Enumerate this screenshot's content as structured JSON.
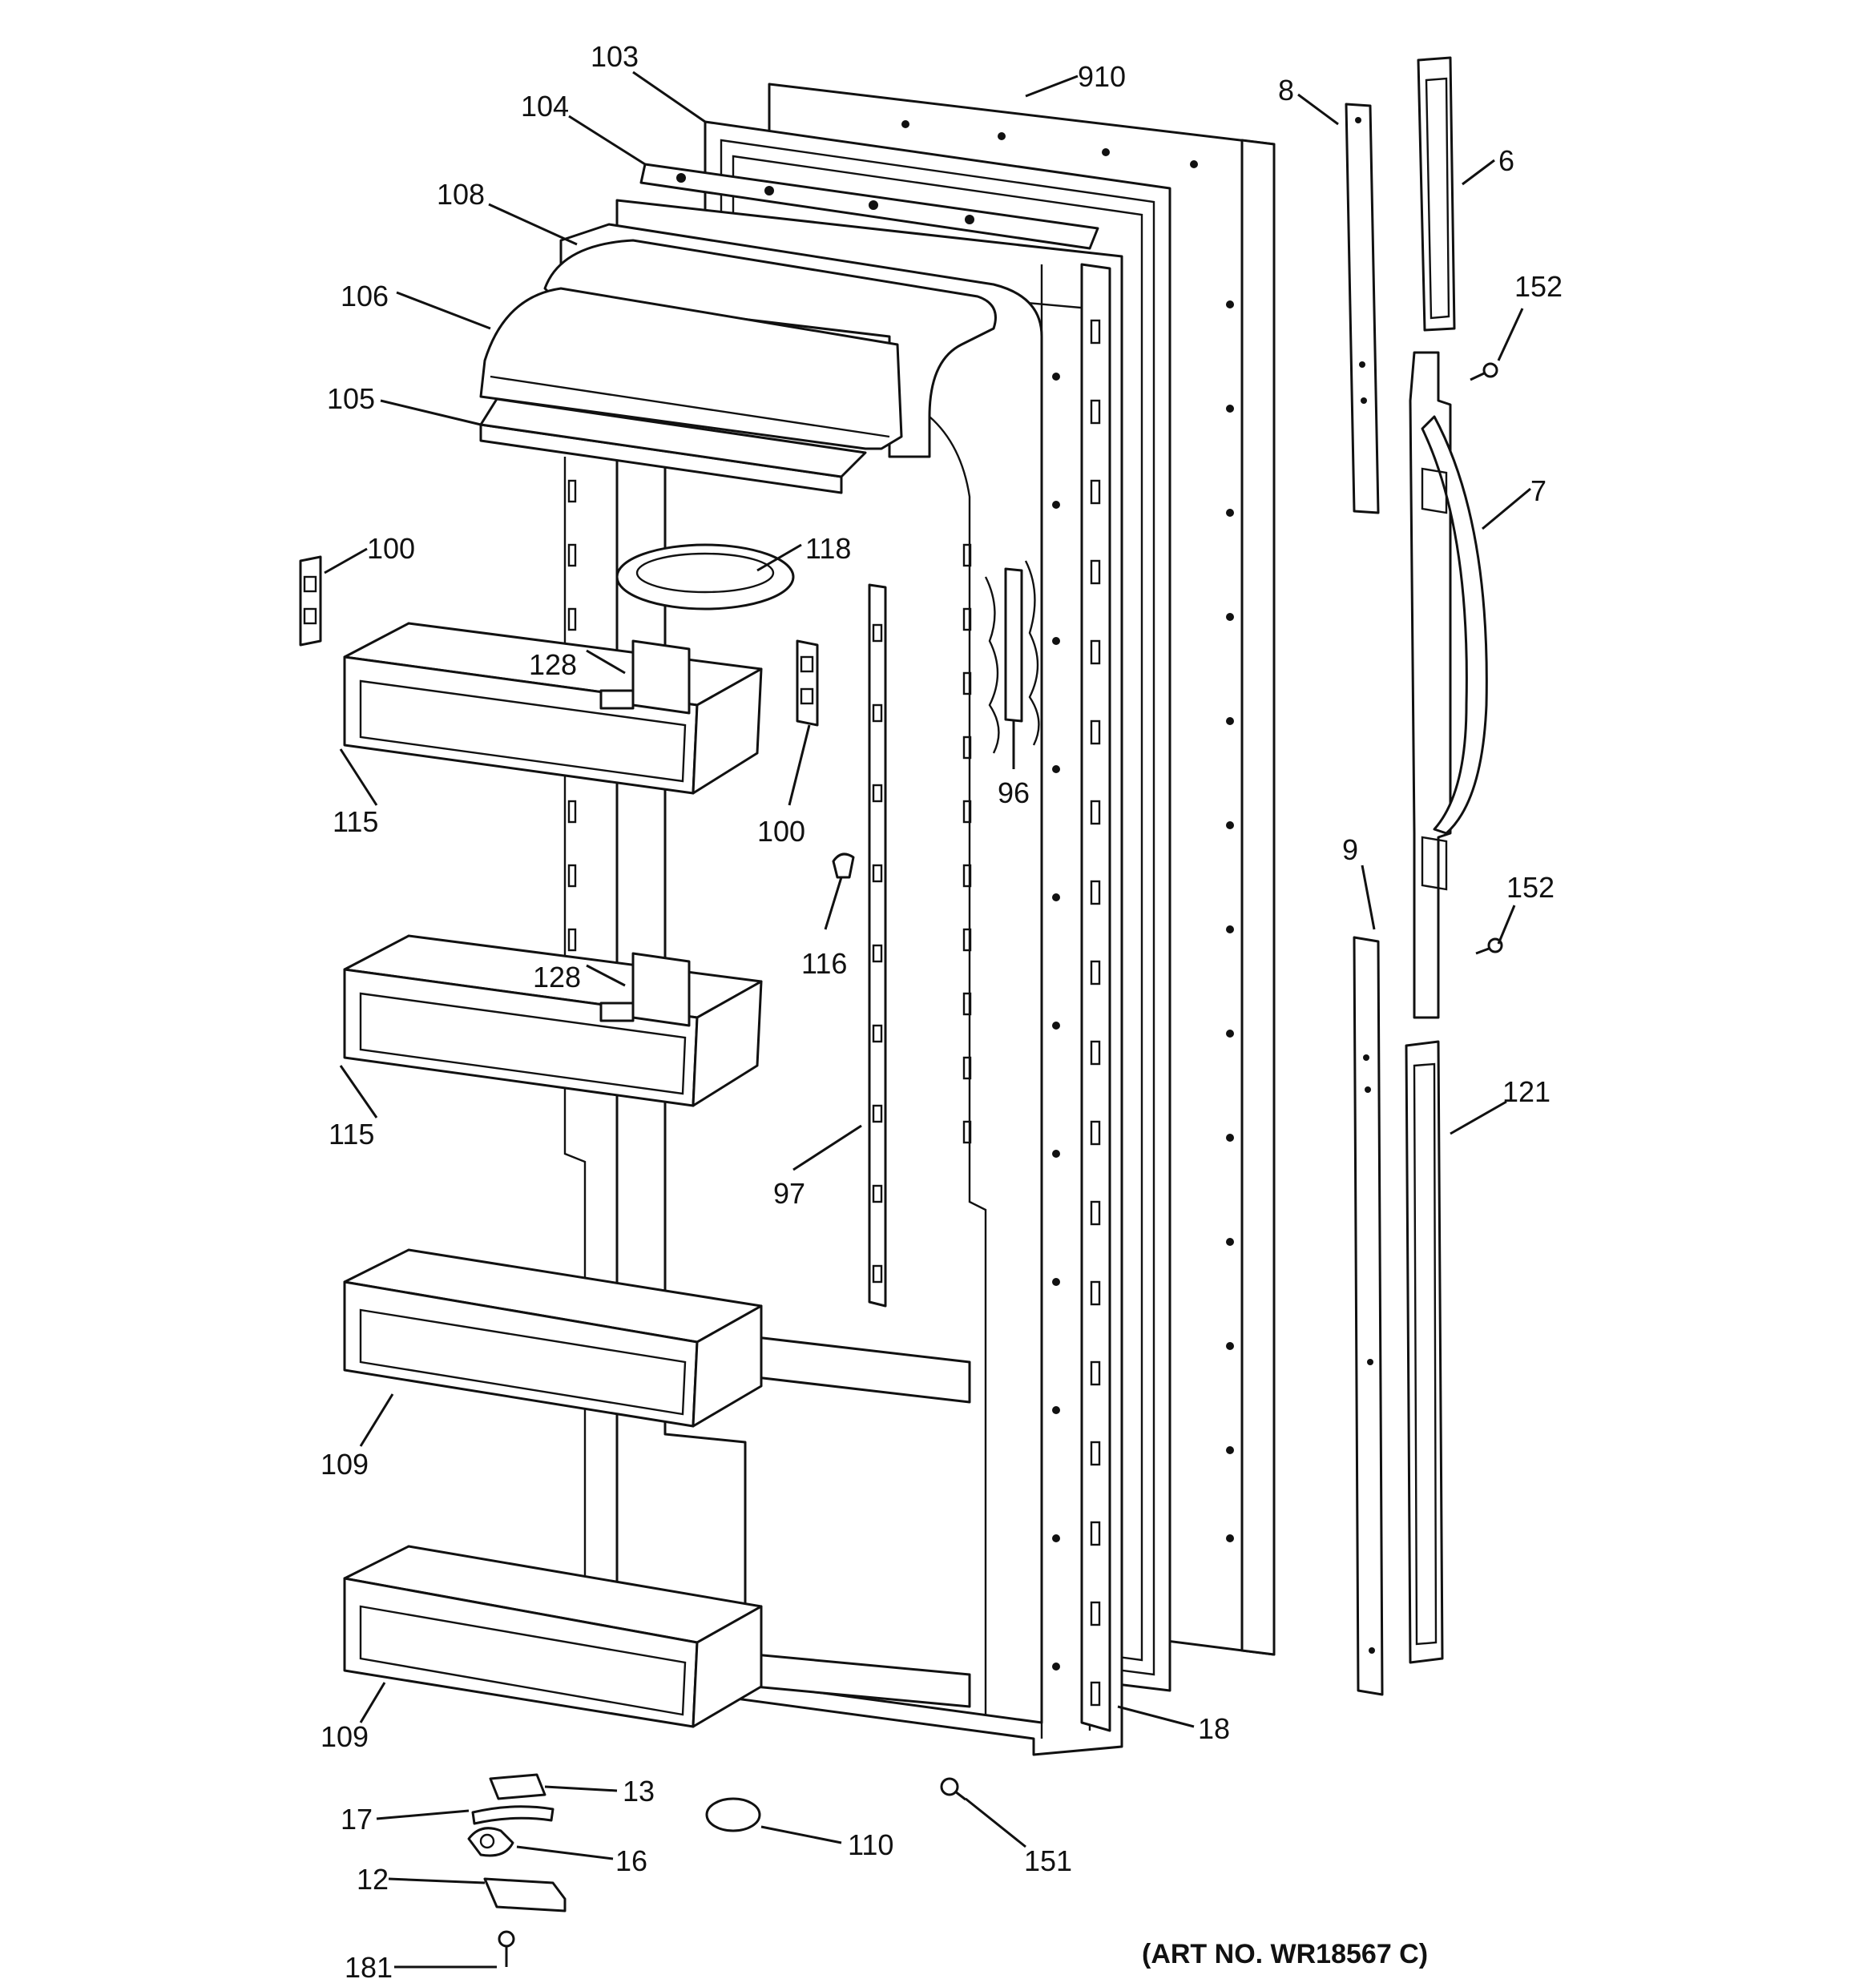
{
  "diagram": {
    "art_number": "(ART NO. WR18567 C)",
    "labels": {
      "p103": "103",
      "p910": "910",
      "p104": "104",
      "p108": "108",
      "p106": "106",
      "p105": "105",
      "p8": "8",
      "p6": "6",
      "p152a": "152",
      "p7": "7",
      "p100a": "100",
      "p118": "118",
      "p128a": "128",
      "p115a": "115",
      "p100b": "100",
      "p96": "96",
      "p116": "116",
      "p9": "9",
      "p152b": "152",
      "p128b": "128",
      "p115b": "115",
      "p121": "121",
      "p97": "97",
      "p109a": "109",
      "p109b": "109",
      "p18": "18",
      "p13": "13",
      "p17": "17",
      "p16": "16",
      "p110": "110",
      "p151": "151",
      "p12": "12",
      "p181": "181"
    }
  }
}
